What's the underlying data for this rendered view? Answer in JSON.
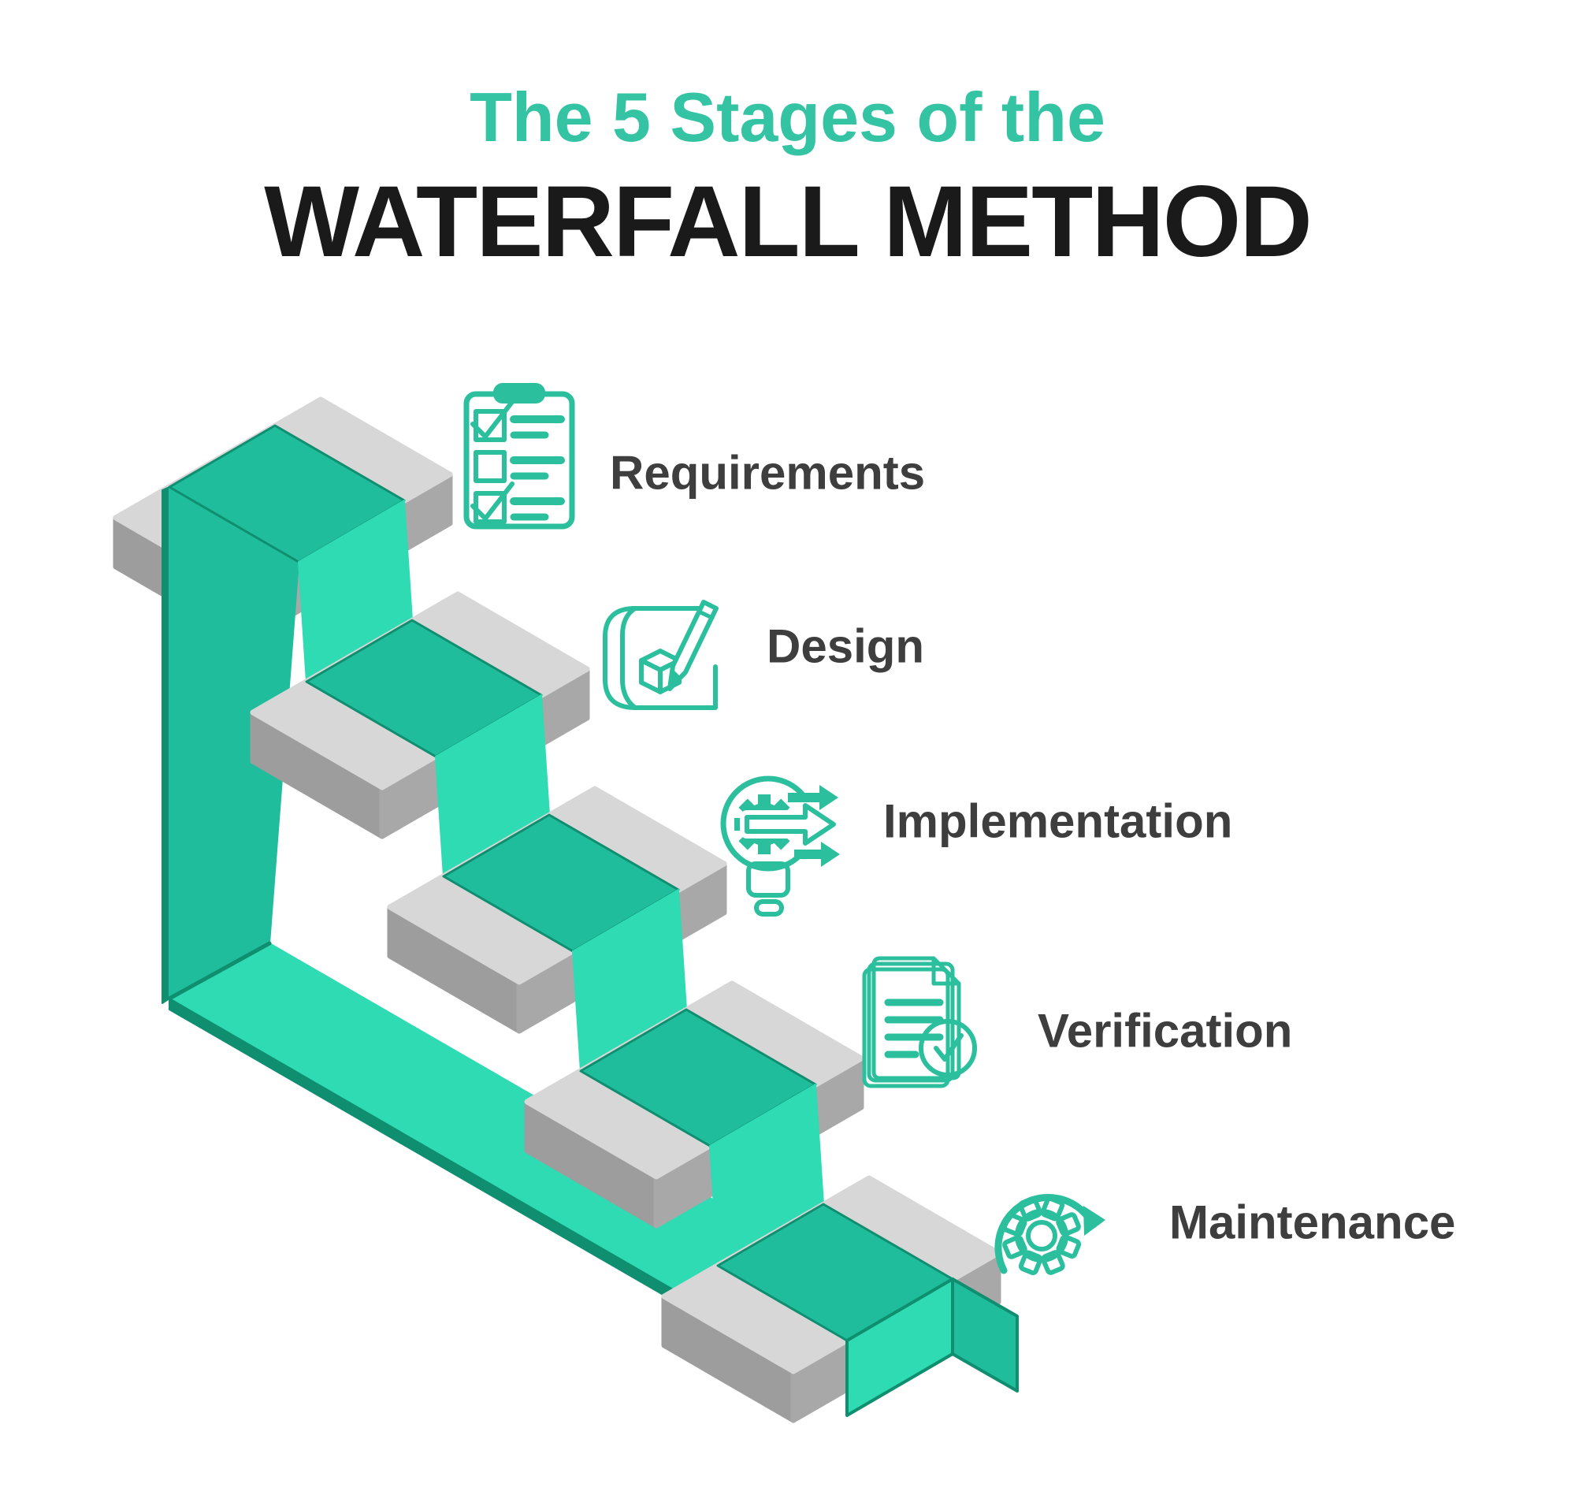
{
  "title": {
    "line1": "The 5 Stages of the",
    "line2": "WATERFALL METHOD"
  },
  "stages": [
    {
      "label": "Requirements",
      "icon": "clipboard-checklist-icon"
    },
    {
      "label": "Design",
      "icon": "blueprint-pencil-icon"
    },
    {
      "label": "Implementation",
      "icon": "lightbulb-gear-arrows-icon"
    },
    {
      "label": "Verification",
      "icon": "documents-check-icon"
    },
    {
      "label": "Maintenance",
      "icon": "gear-cycle-icon"
    }
  ],
  "theme": {
    "tealTitle": "#35C4A3",
    "ink": "#1A1A1A",
    "label": "#3E3E3E",
    "tealMid": "#1FBD9C",
    "tealLight": "#2EDBB2",
    "tealEdge": "#0F8E70",
    "tealIcon": "#2BBF9E",
    "grayTop": "#D7D7D7",
    "grayEnd": "#9D9D9D",
    "grayFront": "#A8A8A8"
  }
}
